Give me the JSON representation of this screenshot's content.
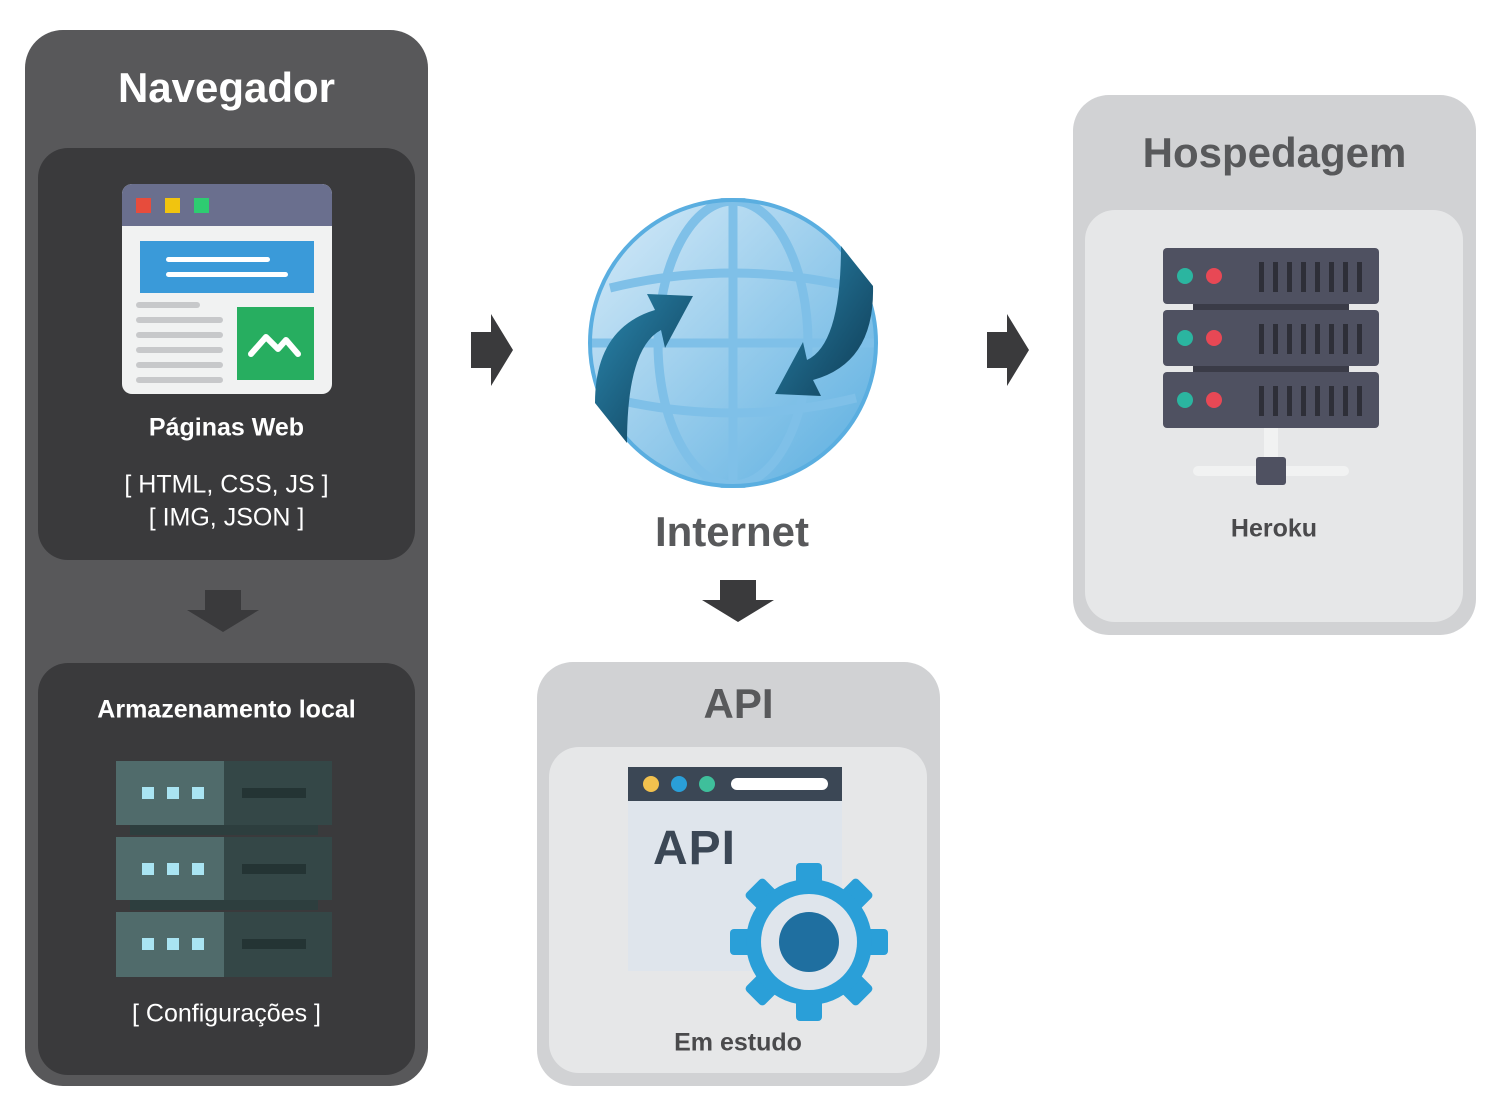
{
  "navegador": {
    "title": "Navegador",
    "web_pages": {
      "label": "Páginas Web",
      "formats_line1": "[ HTML, CSS, JS ]",
      "formats_line2": "[ IMG, JSON ]"
    },
    "local_storage": {
      "label": "Armazenamento local",
      "detail": "[ Configurações ]"
    }
  },
  "internet": {
    "label": "Internet"
  },
  "api": {
    "title": "API",
    "icon_text": "API",
    "status": "Em estudo"
  },
  "hospedagem": {
    "title": "Hospedagem",
    "provider": "Heroku"
  },
  "colors": {
    "dark_panel": "#58585a",
    "dark_inner": "#3a3a3c",
    "light_panel": "#d1d2d4",
    "light_inner": "#e6e7e8",
    "globe_blue": "#4aa9de",
    "gear_blue": "#2a9fd8",
    "arrow": "#3a3a3c"
  },
  "icons": [
    "browser-window-icon",
    "storage-rack-icon",
    "globe-sync-icon",
    "api-gear-icon",
    "server-icon",
    "arrow-right-icon",
    "arrow-down-icon"
  ]
}
